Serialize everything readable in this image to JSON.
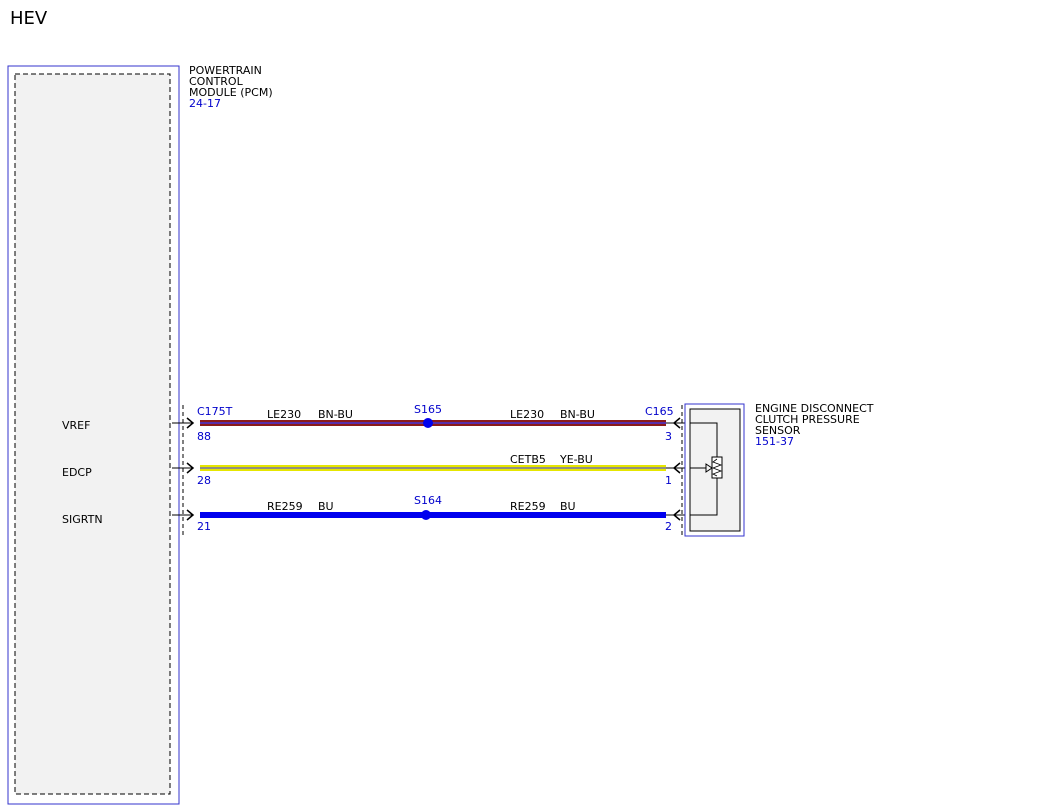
{
  "page": {
    "title": "HEV"
  },
  "pcm": {
    "name_lines": [
      "POWERTRAIN",
      "CONTROL",
      "MODULE (PCM)"
    ],
    "ref": "24-17",
    "connector": "C175T",
    "pins": [
      {
        "signal": "VREF",
        "pin": "88"
      },
      {
        "signal": "EDCP",
        "pin": "28"
      },
      {
        "signal": "SIGRTN",
        "pin": "21"
      }
    ]
  },
  "sensor": {
    "name_lines": [
      "ENGINE DISCONNECT",
      "CLUTCH PRESSURE",
      "SENSOR"
    ],
    "ref": "151-37",
    "connector": "C165",
    "pins": [
      "3",
      "1",
      "2"
    ]
  },
  "wires": [
    {
      "left_circuit": "LE230",
      "left_color": "BN-BU",
      "splice": "S165",
      "right_circuit": "LE230",
      "right_color": "BN-BU",
      "main_hex": "#8b1a1a",
      "stripe_hex": "#3a3aff"
    },
    {
      "left_circuit": "",
      "left_color": "",
      "splice": "",
      "right_circuit": "CETB5",
      "right_color": "YE-BU",
      "main_hex": "#e6e600",
      "stripe_hex": "#3a3aff"
    },
    {
      "left_circuit": "RE259",
      "left_color": "BU",
      "splice": "S164",
      "right_circuit": "RE259",
      "right_color": "BU",
      "main_hex": "#0000ee",
      "stripe_hex": "#0000ee"
    }
  ],
  "colors": {
    "component_blue": "#3333cc",
    "label_blue": "#0000cc",
    "module_fill": "#f2f2f2"
  }
}
